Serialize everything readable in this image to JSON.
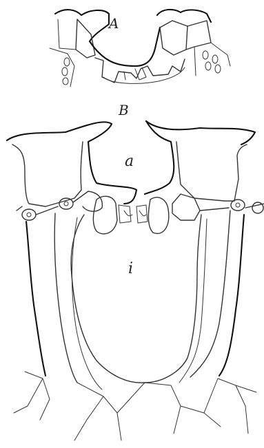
{
  "labels": {
    "top_figure": "A",
    "bottom_figure": "B",
    "antechamber": "a",
    "interior": "i"
  }
}
